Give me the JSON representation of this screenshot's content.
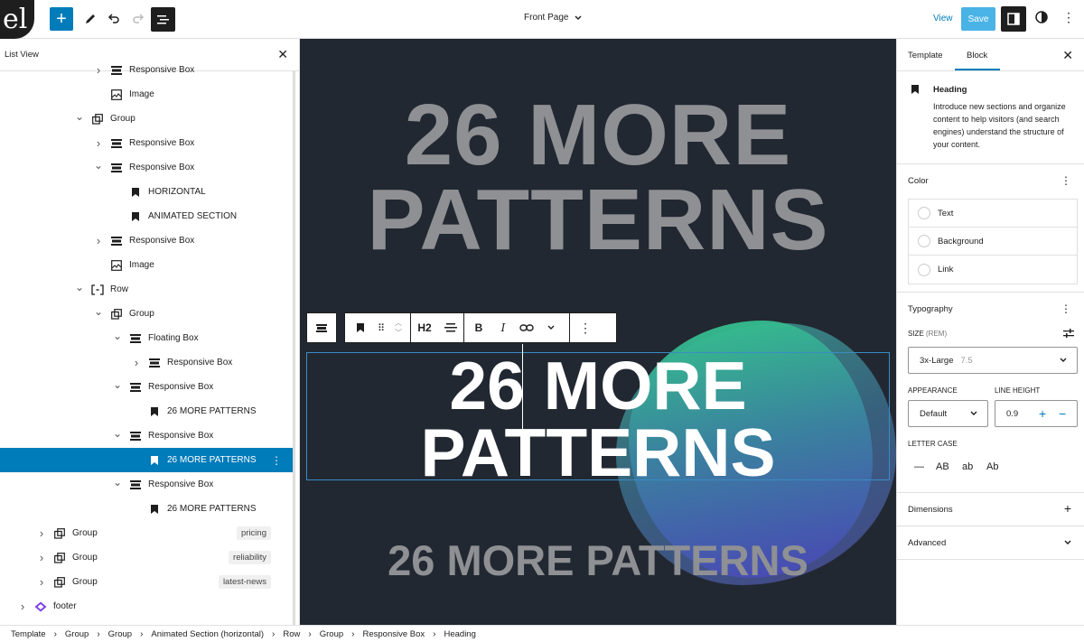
{
  "topbar": {
    "logo_text": "el",
    "document_title": "Front Page",
    "view_label": "View",
    "save_label": "Save"
  },
  "listview": {
    "title": "List View",
    "rows": [
      {
        "label": "Responsive Box",
        "type": "responsive",
        "chevron": "right",
        "tag": ""
      },
      {
        "label": "Image",
        "type": "image",
        "chevron": "",
        "tag": ""
      },
      {
        "label": "Group",
        "type": "group",
        "chevron": "down",
        "tag": ""
      },
      {
        "label": "Responsive Box",
        "type": "responsive",
        "chevron": "right",
        "tag": ""
      },
      {
        "label": "Responsive Box",
        "type": "responsive",
        "chevron": "down",
        "tag": ""
      },
      {
        "label": "HORIZONTAL",
        "type": "heading",
        "chevron": "",
        "tag": ""
      },
      {
        "label": "ANIMATED SECTION",
        "type": "heading",
        "chevron": "",
        "tag": ""
      },
      {
        "label": "Responsive Box",
        "type": "responsive",
        "chevron": "right",
        "tag": ""
      },
      {
        "label": "Image",
        "type": "image",
        "chevron": "",
        "tag": ""
      },
      {
        "label": "Row",
        "type": "row",
        "chevron": "down",
        "tag": ""
      },
      {
        "label": "Group",
        "type": "group",
        "chevron": "down",
        "tag": ""
      },
      {
        "label": "Floating Box",
        "type": "responsive",
        "chevron": "down",
        "tag": ""
      },
      {
        "label": "Responsive Box",
        "type": "responsive",
        "chevron": "right",
        "tag": ""
      },
      {
        "label": "Responsive Box",
        "type": "responsive",
        "chevron": "down",
        "tag": ""
      },
      {
        "label": "26 MORE PATTERNS",
        "type": "heading",
        "chevron": "",
        "tag": ""
      },
      {
        "label": "Responsive Box",
        "type": "responsive",
        "chevron": "down",
        "tag": ""
      },
      {
        "label": "26 MORE PATTERNS",
        "type": "heading",
        "chevron": "",
        "tag": "",
        "selected": true
      },
      {
        "label": "Responsive Box",
        "type": "responsive",
        "chevron": "down",
        "tag": ""
      },
      {
        "label": "26 MORE PATTERNS",
        "type": "heading",
        "chevron": "",
        "tag": ""
      },
      {
        "label": "Group",
        "type": "group",
        "chevron": "right",
        "tag": "pricing"
      },
      {
        "label": "Group",
        "type": "group",
        "chevron": "right",
        "tag": "reliability"
      },
      {
        "label": "Group",
        "type": "group",
        "chevron": "right",
        "tag": "latest-news"
      },
      {
        "label": "footer",
        "type": "template-part",
        "chevron": "right",
        "tag": ""
      }
    ]
  },
  "canvas": {
    "big_heading_line1": "26 MORE",
    "big_heading_line2": "PATTERNS",
    "selected_heading_line1": "26 MORE",
    "selected_heading_line2": "PATTERNS",
    "bottom_heading": "26 MORE PATTERNS",
    "heading_level": "H2"
  },
  "sidebar": {
    "tab_template": "Template",
    "tab_block": "Block",
    "block_title": "Heading",
    "block_description": "Introduce new sections and organize content to help visitors (and search engines) understand the structure of your content.",
    "color_title": "Color",
    "color_items": [
      "Text",
      "Background",
      "Link"
    ],
    "typography_title": "Typography",
    "size_label": "SIZE",
    "size_unit": "(REM)",
    "size_value": "3x-Large",
    "size_number": "7.5",
    "appearance_label": "APPEARANCE",
    "appearance_value": "Default",
    "line_height_label": "LINE HEIGHT",
    "line_height_value": "0.9",
    "letter_case_label": "LETTER CASE",
    "case_options": [
      "—",
      "AB",
      "ab",
      "Ab"
    ],
    "dimensions_title": "Dimensions",
    "advanced_title": "Advanced"
  },
  "breadcrumb": [
    "Template",
    "Group",
    "Group",
    "Animated Section (horizontal)",
    "Row",
    "Group",
    "Responsive Box",
    "Heading"
  ],
  "colors": {
    "accent": "#007cba",
    "canvas_bg": "#222831",
    "muted_heading": "#8e9094"
  }
}
